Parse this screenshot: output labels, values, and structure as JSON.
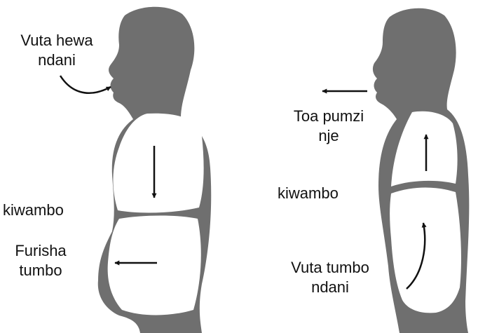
{
  "colors": {
    "body": "#6f6f6f",
    "organ": "#ffffff",
    "arrow": "#111111",
    "text": "#111111",
    "background": "#ffffff"
  },
  "inhale": {
    "mouth_label": [
      "Vuta hewa",
      "ndani"
    ],
    "diaphragm_label": "kiwambo",
    "belly_label": [
      "Furisha",
      "tumbo"
    ]
  },
  "exhale": {
    "mouth_label": [
      "Toa pumzi",
      "nje"
    ],
    "diaphragm_label": "kiwambo",
    "belly_label": [
      "Vuta tumbo",
      "ndani"
    ]
  }
}
